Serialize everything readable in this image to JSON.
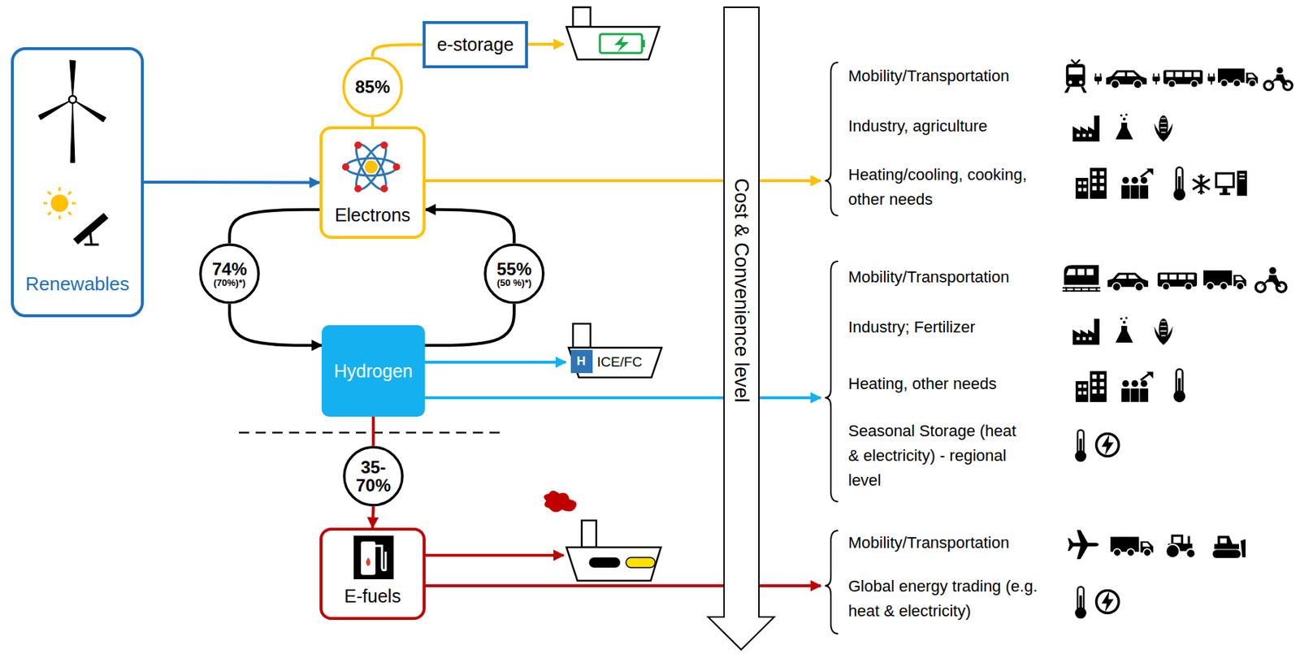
{
  "diagram": {
    "nodes": [
      {
        "text": [
          "Renewables"
        ]
      },
      {
        "text": [
          "e-storage"
        ]
      },
      {
        "text": [
          "85%"
        ]
      },
      {
        "text": [
          "Electrons"
        ]
      },
      {
        "text": [
          "74%",
          "(70%)*)"
        ]
      },
      {
        "text": [
          "55%",
          "(50 %)*)"
        ]
      },
      {
        "text": [
          "Hydrogen"
        ]
      },
      {
        "text": [
          "35- 70%"
        ]
      },
      {
        "text": [
          "E-fuels"
        ]
      },
      {
        "text": [
          "Cost & Convenience level"
        ]
      }
    ],
    "edges": [
      {
        "from": 0,
        "to": 3,
        "arrow": "to"
      },
      {
        "from": 3,
        "to": 2,
        "arrow": "none"
      },
      {
        "from": 2,
        "to": 1,
        "arrow": "none"
      },
      {
        "from": 3,
        "to": 4,
        "arrow": "none"
      },
      {
        "from": 4,
        "to": 6,
        "arrow": "to"
      },
      {
        "from": 6,
        "to": 5,
        "arrow": "none"
      },
      {
        "from": 5,
        "to": 3,
        "arrow": "to"
      },
      {
        "from": 6,
        "to": 7,
        "arrow": "none"
      },
      {
        "from": 7,
        "to": 8,
        "arrow": "to"
      }
    ],
    "labels": [
      "Mobility/Transportation",
      "Industry, agriculture",
      "Heating/cooling, cooking, other needs",
      "Mobility/Transportation",
      "Industry; Fertilizer",
      "Heating, other needs",
      "Seasonal Storage (heat & electricity) - regional level",
      "Mobility/Transportation",
      "Global energy trading (e.g. heat & electricity)",
      "ICE/FC",
      "H"
    ]
  }
}
